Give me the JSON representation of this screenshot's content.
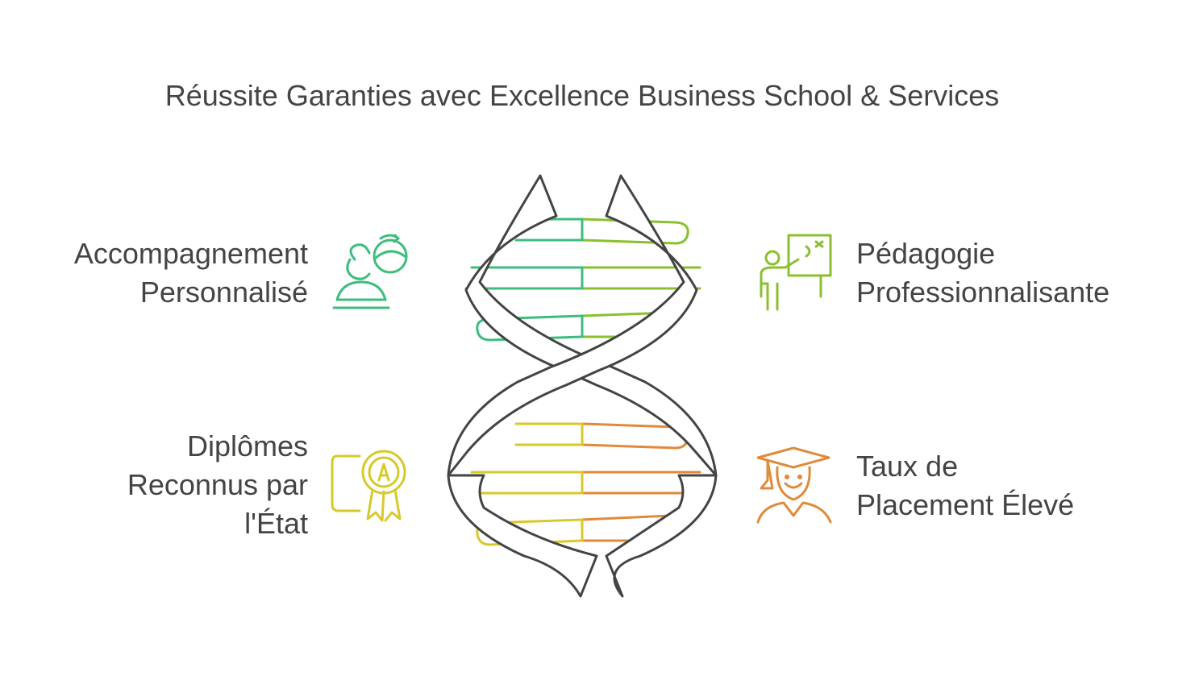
{
  "title": "Réussite Garanties avec Excellence Business School & Services",
  "items": [
    {
      "lines": [
        "Accompagnement",
        "Personnalisé"
      ],
      "icon": "mentoring-icon",
      "color": "#3dbd7d"
    },
    {
      "lines": [
        "Pédagogie",
        "Professionnalisante"
      ],
      "icon": "teacher-board-icon",
      "color": "#8bbf2f"
    },
    {
      "lines": [
        "Diplômes",
        "Reconnus par",
        "l'État"
      ],
      "icon": "certificate-icon",
      "color": "#d8c92a"
    },
    {
      "lines": [
        "Taux de",
        "Placement Élevé"
      ],
      "icon": "graduate-icon",
      "color": "#e08a3a"
    }
  ],
  "colors": {
    "strand": "#444444",
    "green": "#3dbd7d",
    "lime": "#8bbf2f",
    "yellow": "#d8c92a",
    "orange": "#e08a3a"
  }
}
